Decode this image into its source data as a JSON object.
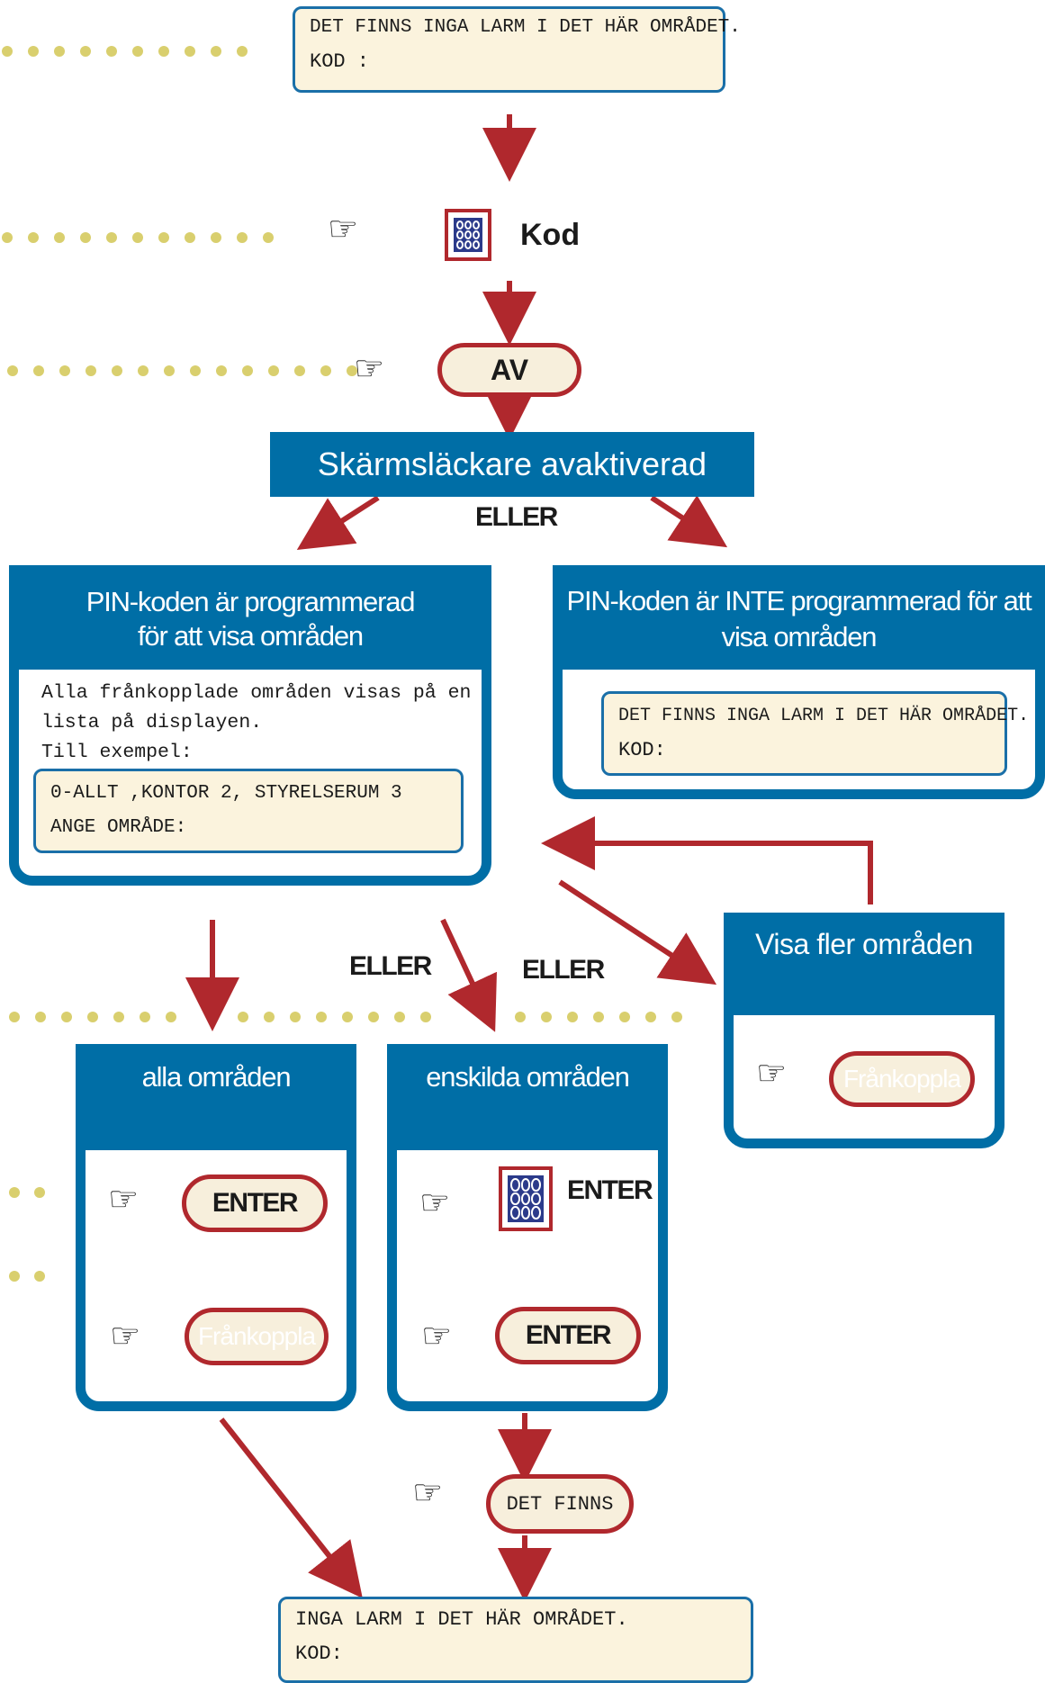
{
  "top_display": {
    "line1": "DET FINNS INGA LARM I DET HÄR OMRÅDET.",
    "line2": "KOD :"
  },
  "kod_label": "Kod",
  "av_button": "AV",
  "screensaver_banner": "Skärmsläckare avaktiverad",
  "or_label": "ELLER",
  "pin_programmed": {
    "title_line1": "PIN-koden är programmerad",
    "title_line2": "för att visa områden",
    "text_line1": "Alla frånkopplade områden visas på en",
    "text_line2": "lista på displayen.",
    "text_line3": "Till exempel:",
    "display_line1": "0-ALLT ,KONTOR 2, STYRELSERUM  3",
    "display_line2": "ANGE OMRÅDE:"
  },
  "pin_not_programmed": {
    "title_line1": "PIN-koden är INTE programmerad för att",
    "title_line2": "visa områden",
    "display_line1": "DET FINNS INGA LARM I DET HÄR OMRÅDET.",
    "display_line2": "KOD:"
  },
  "show_more": {
    "title": "Visa fler områden",
    "button": "Frånkoppla"
  },
  "all_areas": {
    "title": "alla områden",
    "enter": "ENTER",
    "button": "Frånkoppla"
  },
  "single_areas": {
    "title": "enskilda områden",
    "enter_label": "ENTER",
    "enter_button": "ENTER"
  },
  "det_finns_button": "DET FINNS",
  "bottom_display": {
    "line1": "INGA LARM I DET HÄR OMRÅDET.",
    "line2": "KOD:"
  },
  "icons": [
    "pointing-hand-icon",
    "keypad-icon"
  ],
  "colors": {
    "panel_blue": "#006ea6",
    "accent_red": "#b0282d",
    "dot_gold": "#d9cf6e",
    "lcd_bg": "#fbf3dd"
  }
}
